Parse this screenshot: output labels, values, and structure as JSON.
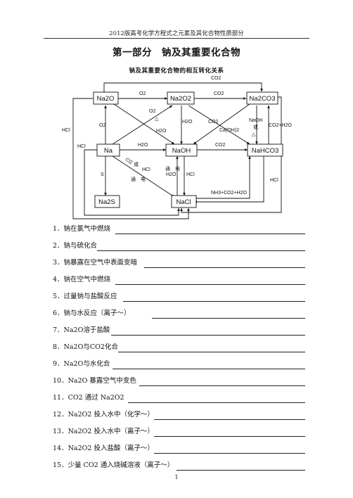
{
  "header": "2012版高考化学方程式之元素及其化合物性质部分",
  "title": "第一部分　钠及其重要化合物",
  "subtitle": "钠及其重要化合物的相互转化关系",
  "compounds": {
    "na2o": "Na2O",
    "na2o2": "Na2O2",
    "na2co3": "Na2CO3",
    "na": "Na",
    "naoh": "NaOH",
    "nahco3": "NaHCO3",
    "na2s": "Na2S",
    "nacl": "NaCl"
  },
  "edge_labels": {
    "co2_top": "CO2",
    "o2_a": "O2",
    "co2_mid": "CO2",
    "o2_b": "O2",
    "delta_a": "△",
    "h2o_a": "H2O",
    "h2o_b": "H2O",
    "co2_c": "CO2",
    "caoh2": "Ca(OH)2",
    "naoh_or": "NaOH",
    "or_a": "或",
    "delta_b": "△",
    "co2_h2o": "CO2+H2O",
    "o2_c": "O2",
    "hcl_left": "HCl",
    "hcl_b": "HCl",
    "h2o_c": "H2O",
    "co2_d": "CO2",
    "cl2": "Cl2",
    "or_b": "或",
    "hcl_c": "HCl",
    "tongdian_a": "通　电",
    "tongdian_b": "通　电",
    "h2o_d": "H2O",
    "hcl_d": "HCl",
    "hcl_e": "HCl",
    "s": "S",
    "nh3": "NH3+CO2+H2O"
  },
  "questions": [
    "1．钠在氯气中燃烧",
    "2．钠与硫化合",
    "3．钠暴露在空气中表面变暗",
    "4．钠在空气中燃烧",
    "5．过量钠与盐酸反应",
    "6．钠与水反应（离子～）",
    "7．Na2O溶于盐酸",
    "8．Na2O与CO2化合",
    "9．Na2O与水化合",
    "10．Na2O 暴露空气中变色",
    "11．CO2 通过 Na2O2",
    "12．Na2O2 投入水中（化学～）",
    "13．Na2O2 投入水中（离子～）",
    "14．Na2O2 投入盐酸（离子～）",
    "15．少量 CO2 通入烧碱溶液（离子～）"
  ],
  "page_number": "1"
}
